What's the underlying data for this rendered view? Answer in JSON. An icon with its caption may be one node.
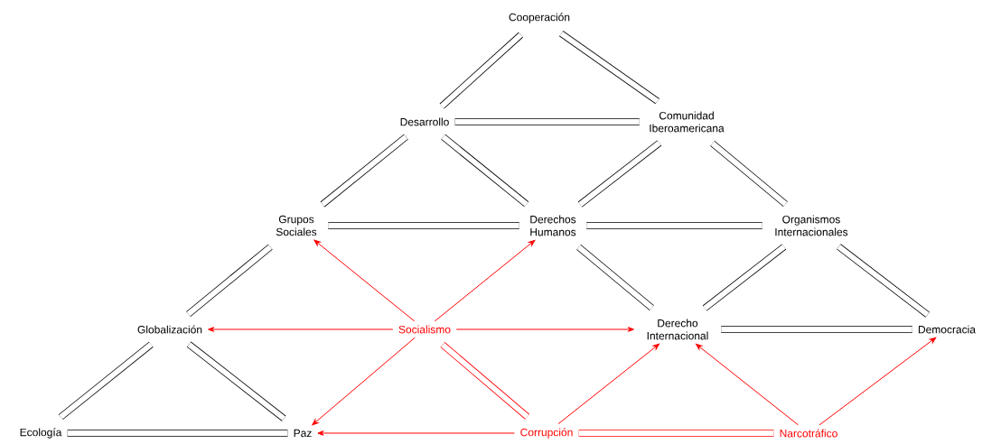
{
  "diagram": {
    "nodes": [
      {
        "text": [
          "Cooperación"
        ]
      },
      {
        "text": [
          "Desarrollo"
        ]
      },
      {
        "text": [
          "Comunidad Iberoamericana"
        ]
      },
      {
        "text": [
          "Grupos Sociales"
        ]
      },
      {
        "text": [
          "Derechos Humanos"
        ]
      },
      {
        "text": [
          "Organismos Internacionales"
        ]
      },
      {
        "text": [
          "Globalización"
        ]
      },
      {
        "text": [
          "Socialismo"
        ]
      },
      {
        "text": [
          "Derecho Internacional"
        ]
      },
      {
        "text": [
          "Democracia"
        ]
      },
      {
        "text": [
          "Ecología"
        ]
      },
      {
        "text": [
          "Paz"
        ]
      },
      {
        "text": [
          "Corrupción"
        ]
      },
      {
        "text": [
          "Narcotráfico"
        ]
      }
    ],
    "edges": [
      {
        "from": 0,
        "to": 1,
        "arrow": "none"
      },
      {
        "from": 0,
        "to": 2,
        "arrow": "none"
      },
      {
        "from": 1,
        "to": 2,
        "arrow": "none"
      },
      {
        "from": 1,
        "to": 3,
        "arrow": "none"
      },
      {
        "from": 1,
        "to": 4,
        "arrow": "none"
      },
      {
        "from": 2,
        "to": 4,
        "arrow": "none"
      },
      {
        "from": 2,
        "to": 5,
        "arrow": "none"
      },
      {
        "from": 3,
        "to": 4,
        "arrow": "none"
      },
      {
        "from": 4,
        "to": 5,
        "arrow": "none"
      },
      {
        "from": 3,
        "to": 6,
        "arrow": "none"
      },
      {
        "from": 4,
        "to": 8,
        "arrow": "none"
      },
      {
        "from": 5,
        "to": 8,
        "arrow": "none"
      },
      {
        "from": 5,
        "to": 9,
        "arrow": "none"
      },
      {
        "from": 8,
        "to": 9,
        "arrow": "none"
      },
      {
        "from": 6,
        "to": 10,
        "arrow": "none"
      },
      {
        "from": 6,
        "to": 11,
        "arrow": "none"
      },
      {
        "from": 10,
        "to": 11,
        "arrow": "none"
      },
      {
        "from": 7,
        "to": 12,
        "arrow": "none",
        "color": "#ff0000"
      },
      {
        "from": 12,
        "to": 13,
        "arrow": "none",
        "color": "#ff0000"
      },
      {
        "from": 7,
        "to": 3,
        "arrow": "to",
        "color": "#ff0000"
      },
      {
        "from": 7,
        "to": 4,
        "arrow": "to",
        "color": "#ff0000"
      },
      {
        "from": 7,
        "to": 6,
        "arrow": "to",
        "color": "#ff0000"
      },
      {
        "from": 7,
        "to": 8,
        "arrow": "to",
        "color": "#ff0000"
      },
      {
        "from": 7,
        "to": 11,
        "arrow": "to",
        "color": "#ff0000"
      },
      {
        "from": 12,
        "to": 11,
        "arrow": "to",
        "color": "#ff0000"
      },
      {
        "from": 12,
        "to": 8,
        "arrow": "to",
        "color": "#ff0000"
      },
      {
        "from": 13,
        "to": 8,
        "arrow": "to",
        "color": "#ff0000"
      },
      {
        "from": 13,
        "to": 9,
        "arrow": "to",
        "color": "#ff0000"
      }
    ]
  }
}
